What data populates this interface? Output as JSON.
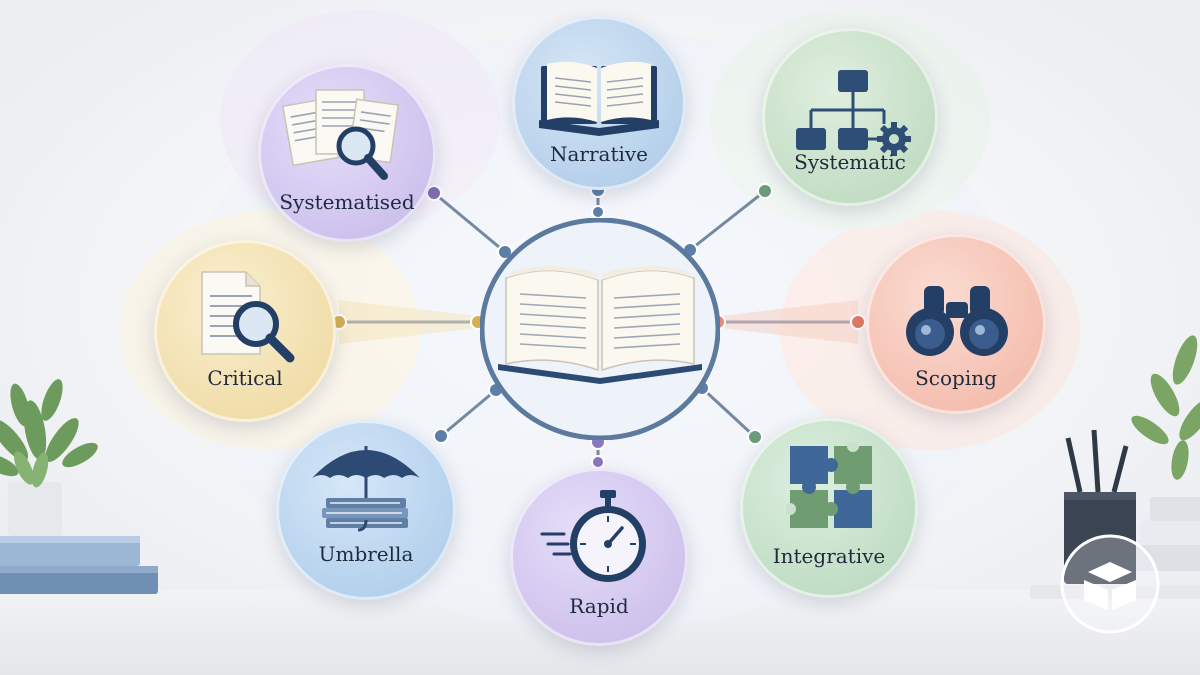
{
  "diagram": {
    "center": {
      "icon": "open-book-icon"
    },
    "nodes": [
      {
        "id": "narrative",
        "label": "Narrative",
        "icon": "open-book-icon",
        "color": "#b9d3ec"
      },
      {
        "id": "systematic",
        "label": "Systematic",
        "icon": "flowchart-gear-icon",
        "color": "#c8e0c9"
      },
      {
        "id": "scoping",
        "label": "Scoping",
        "icon": "binoculars-icon",
        "color": "#f7c9bd"
      },
      {
        "id": "integrative",
        "label": "Integrative",
        "icon": "puzzle-icon",
        "color": "#c9e2cc"
      },
      {
        "id": "rapid",
        "label": "Rapid",
        "icon": "stopwatch-icon",
        "color": "#d7ccec"
      },
      {
        "id": "umbrella",
        "label": "Umbrella",
        "icon": "umbrella-books-icon",
        "color": "#bfd7ee"
      },
      {
        "id": "critical",
        "label": "Critical",
        "icon": "document-magnifier-icon",
        "color": "#f3e2b3"
      },
      {
        "id": "systematised",
        "label": "Systematised",
        "icon": "documents-magnifier-icon",
        "color": "#d8cdee"
      }
    ]
  },
  "decor": {
    "left": "plant-and-books-icon",
    "right": "pencil-cup-and-plant-icon",
    "logo": "books-logo-icon"
  },
  "colors": {
    "navy": "#243f66",
    "hub_ring": "#5b7a9e",
    "line": "#6b7e94"
  }
}
